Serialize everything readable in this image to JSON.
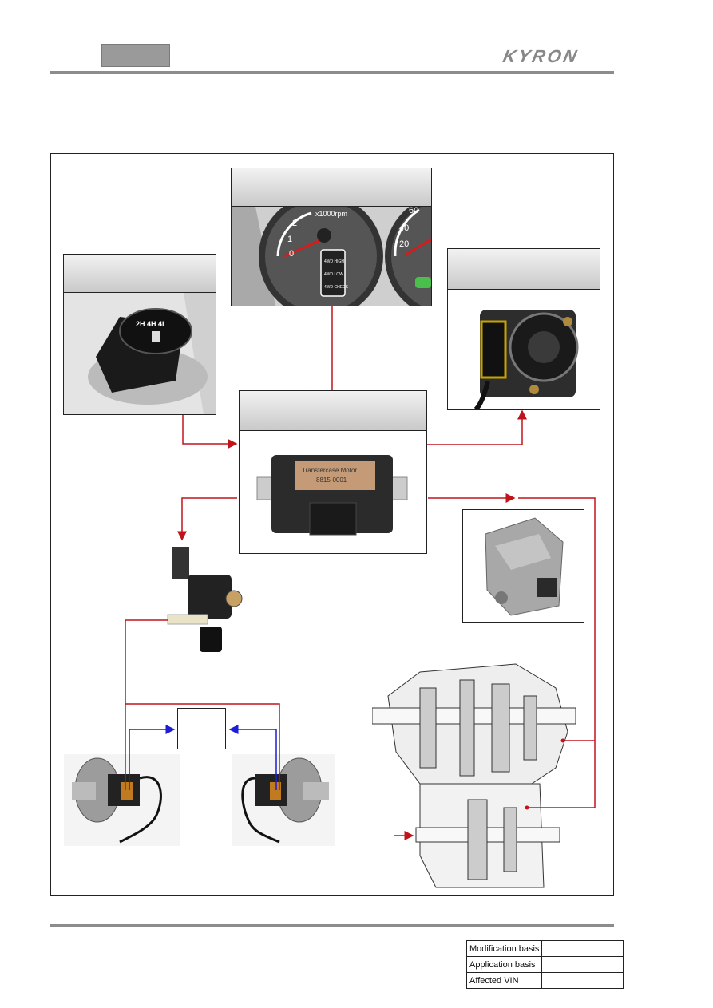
{
  "header": {
    "brand_logo": "KYRON"
  },
  "cluster": {
    "rpm_label": "x1000rpm",
    "tach_ticks": [
      "0",
      "1",
      "2"
    ],
    "speed_ticks": [
      "20",
      "40",
      "60"
    ],
    "indicators": [
      "4WD HIGH",
      "4WD LOW",
      "4WD CHECK"
    ]
  },
  "switch": {
    "label": "2H 4H 4L"
  },
  "tccu": {
    "sticker": "Transfercase Motor",
    "part_no": "8815-0001"
  },
  "revision_table": [
    {
      "label": "Modification basis",
      "value": ""
    },
    {
      "label": "Application basis",
      "value": ""
    },
    {
      "label": "Affected VIN",
      "value": ""
    }
  ],
  "colors": {
    "signal_line": "#c0141c",
    "vacuum_line": "#1d1dd6",
    "header_gradient": "#cccccc"
  }
}
